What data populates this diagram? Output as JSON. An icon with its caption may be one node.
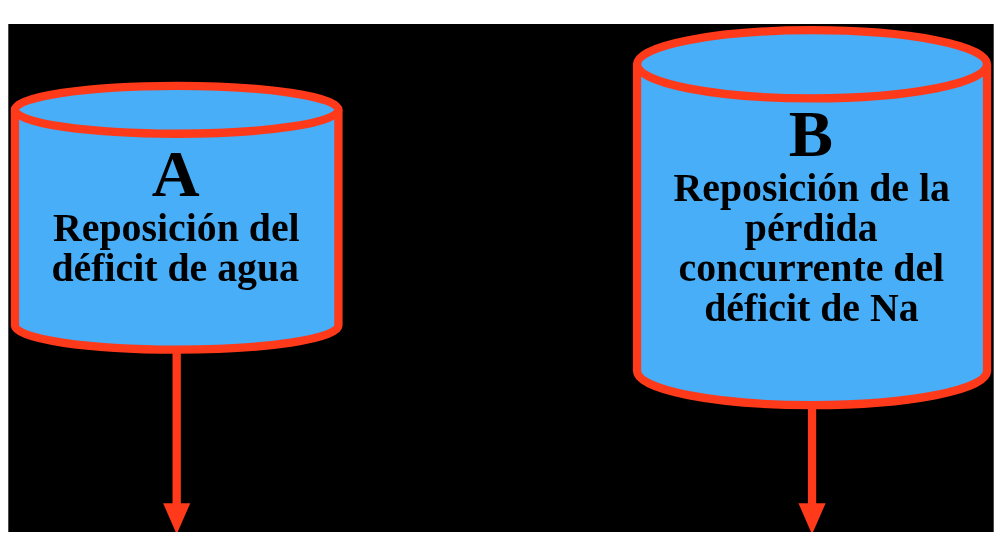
{
  "diagram": {
    "nodes": [
      {
        "text": [
          "A",
          "Reposición del déficit de agua"
        ]
      },
      {
        "text": [
          "B",
          "Reposición de la pérdida concurrente del déficit de Na"
        ]
      }
    ],
    "edges": [
      {
        "from": 0,
        "to": null,
        "arrow": "to"
      },
      {
        "from": 1,
        "to": null,
        "arrow": "to"
      }
    ]
  }
}
